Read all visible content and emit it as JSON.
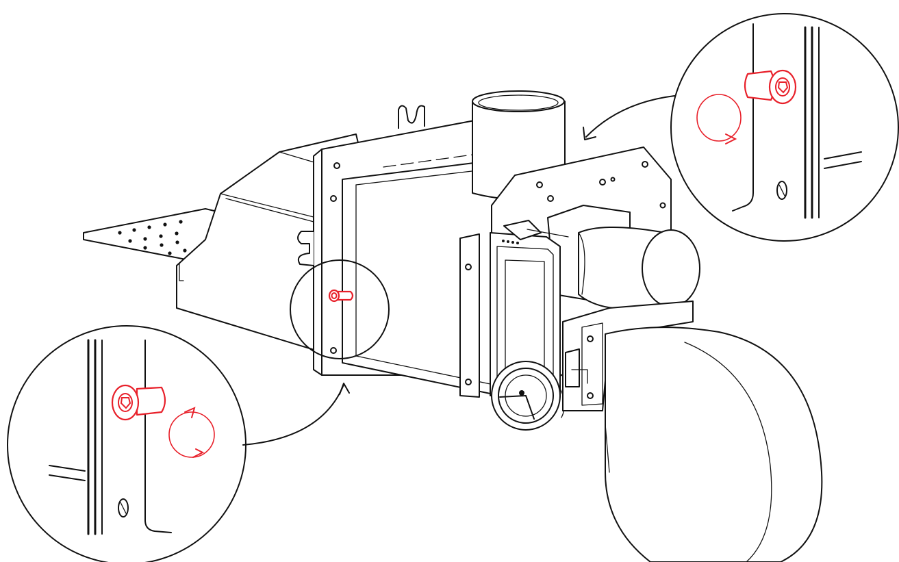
{
  "colors": {
    "highlight": "#e8202a",
    "line": "#111111",
    "background": "#ffffff"
  },
  "diagram": {
    "callouts": [
      {
        "id": "detail-top-right",
        "icon": "screw-rotation-detail"
      },
      {
        "id": "detail-bottom-left",
        "icon": "screw-rotation-detail"
      }
    ]
  }
}
